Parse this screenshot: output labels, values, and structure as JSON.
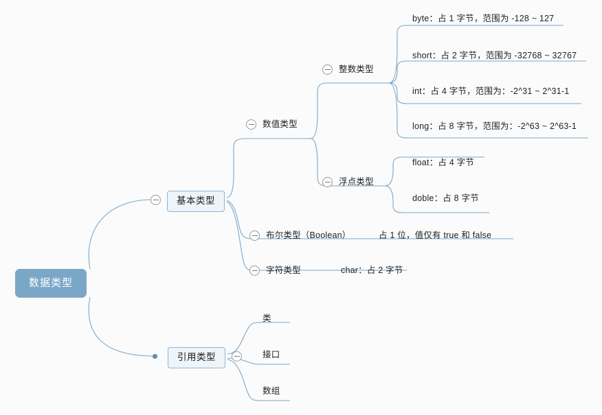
{
  "document": {
    "type": "mindmap",
    "title": "数据类型",
    "background_color": "#fbfbfb",
    "accent_color": "#7ba7c7",
    "line_color": "#7ba7c7"
  },
  "icons": {
    "collapse": "minus-circle-icon",
    "bullet": "dot-icon"
  },
  "nodes": {
    "root": {
      "label": "数据类型",
      "style": "filled"
    },
    "basic": {
      "label": "基本类型",
      "style": "boxed"
    },
    "reference": {
      "label": "引用类型",
      "style": "boxed"
    },
    "numeric": {
      "label": "数值类型",
      "style": "plain"
    },
    "integer": {
      "label": "整数类型",
      "style": "plain"
    },
    "float_group": {
      "label": "浮点类型",
      "style": "plain"
    },
    "boolean": {
      "label": "布尔类型（Boolean）",
      "style": "plain"
    },
    "boolean_note": {
      "label": "占 1 位，值仅有 true 和 false",
      "style": "plain"
    },
    "character": {
      "label": "字符类型",
      "style": "plain"
    },
    "character_note": {
      "label": "char：占 2 字节",
      "style": "plain"
    },
    "byte": {
      "label": "byte：占 1 字节，范围为 -128 ~ 127",
      "style": "plain"
    },
    "short": {
      "label": "short：占 2 字节，范围为 -32768 ~ 32767",
      "style": "plain"
    },
    "int": {
      "label": "int：占 4 字节，范围为：-2^31 ~ 2^31-1",
      "style": "plain"
    },
    "long": {
      "label": "long：占 8 字节，范围为：-2^63 ~ 2^63-1",
      "style": "plain"
    },
    "float": {
      "label": "float：占 4 字节",
      "style": "plain"
    },
    "doble": {
      "label": "doble：占 8 字节",
      "style": "plain"
    },
    "klass": {
      "label": "类",
      "style": "plain"
    },
    "interface": {
      "label": "接口",
      "style": "plain"
    },
    "array": {
      "label": "数组",
      "style": "plain"
    }
  },
  "tree": {
    "label": "数据类型",
    "children": [
      {
        "label": "基本类型",
        "children": [
          {
            "label": "数值类型",
            "children": [
              {
                "label": "整数类型",
                "children": [
                  {
                    "label": "byte：占 1 字节，范围为 -128 ~ 127"
                  },
                  {
                    "label": "short：占 2 字节，范围为 -32768 ~ 32767"
                  },
                  {
                    "label": "int：占 4 字节，范围为：-2^31 ~ 2^31-1"
                  },
                  {
                    "label": "long：占 8 字节，范围为：-2^63 ~ 2^63-1"
                  }
                ]
              },
              {
                "label": "浮点类型",
                "children": [
                  {
                    "label": "float：占 4 字节"
                  },
                  {
                    "label": "doble：占 8 字节"
                  }
                ]
              }
            ]
          },
          {
            "label": "布尔类型（Boolean）",
            "note": "占 1 位，值仅有 true 和 false"
          },
          {
            "label": "字符类型",
            "note": "char：占 2 字节"
          }
        ]
      },
      {
        "label": "引用类型",
        "children": [
          {
            "label": "类"
          },
          {
            "label": "接口"
          },
          {
            "label": "数组"
          }
        ]
      }
    ]
  }
}
